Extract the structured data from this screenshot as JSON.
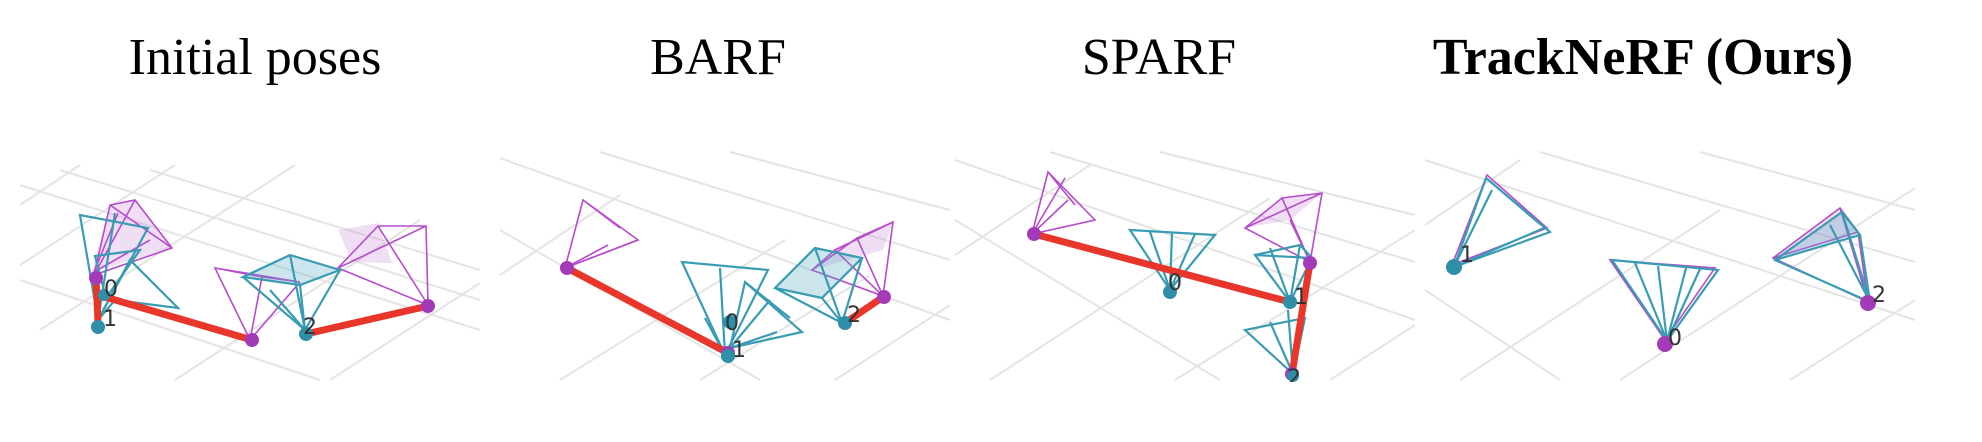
{
  "panels": [
    {
      "title": "Initial poses",
      "bold": false,
      "camera_ids": [
        "0",
        "1",
        "2"
      ]
    },
    {
      "title": "BARF",
      "bold": false,
      "camera_ids": [
        "0",
        "1",
        "2"
      ]
    },
    {
      "title": "SPARF",
      "bold": false,
      "camera_ids": [
        "0",
        "1",
        "2"
      ]
    },
    {
      "title": "TrackNeRF (Ours)",
      "bold": true,
      "camera_ids": [
        "0",
        "1",
        "2"
      ]
    }
  ],
  "colors": {
    "ground_truth": "#b64ccc",
    "estimated": "#3a9cb3",
    "error_line": "#e8372a",
    "grid": "#e4e4e4"
  }
}
